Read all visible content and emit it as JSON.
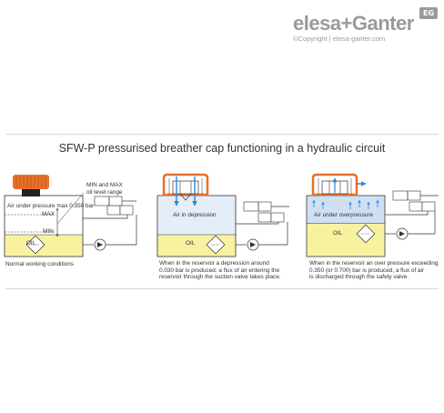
{
  "brand": {
    "logo_text": "elesa+Ganter",
    "badge": "EG",
    "copyright": "©Copyright | elesa-ganter.com"
  },
  "title": "SFW-P pressurised breather cap functioning in a hydraulic circuit",
  "panel1": {
    "air_label": "Air under pressure max 0.350 bar",
    "callout": "MIN and MAX\noil level range",
    "max_label": "MAX",
    "min_label": "MIN",
    "oil_label": "OIL",
    "caption": "Normal working conditions"
  },
  "panel2": {
    "air_label": "Air in depression",
    "oil_label": "OIL",
    "caption": "When in the reservoir a depression around\n0.030 bar is produced, a flux of air entering the\nreservoir through the suction valve takes place."
  },
  "panel3": {
    "air_label": "Air under overpressure",
    "oil_label": "OIL",
    "caption": "When in the reservoir an over pressure exceeding\n0.350 (or 0.700) bar is produced, a flux of air\nis discharged through the safety valve."
  },
  "colors": {
    "oil": "#f8f1a0",
    "air": "#e4eef8",
    "air_overpressure": "#cfe0f2",
    "cap_orange": "#e8702a",
    "cap_black": "#222222",
    "flow_blue": "#2a86d8",
    "line": "#333333",
    "brand_grey": "#9a9a9a"
  },
  "icons": [
    "filter-diamond-icon",
    "pump-icon",
    "cylinder-icon",
    "valve-icon",
    "arrow-icon"
  ]
}
